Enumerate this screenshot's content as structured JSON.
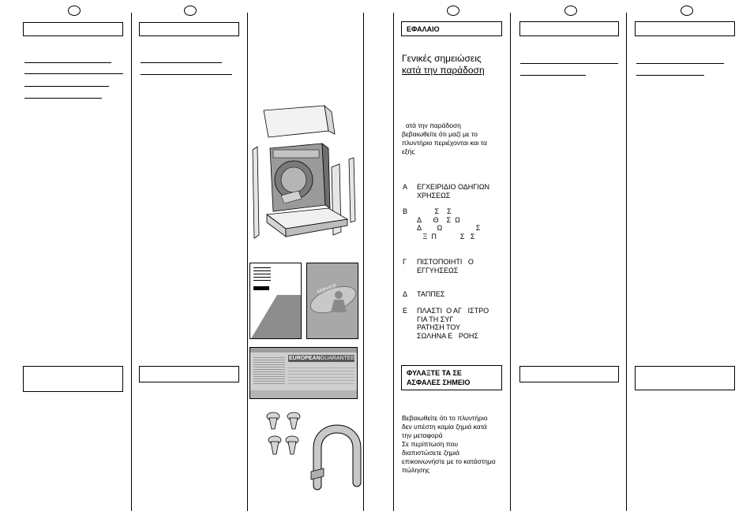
{
  "right_page": {
    "header_box": "ΕΦΑΛΑΙΟ",
    "heading_line1": "Γενικές σημειώσεις",
    "heading_line2": "κατά την παράδοση",
    "intro": [
      "ατά την παράδοση",
      "βεβαιωθείτε ότι μαζί με το",
      "πλυντήριο περιέχονται και τα",
      "εξής"
    ],
    "items": [
      {
        "letter": "Α",
        "text": "ΕΓΧΕΙΡΙΔΙΟ ΟΔΗΓΙΩΝ\nΧΡΗΣΕΩΣ"
      },
      {
        "letter": "Β",
        "text": "         Σ    Σ\nΔ      Θ    Σ  Ω\nΔ        Ω                 Σ\n   Ξ  Π            Σ   Σ"
      },
      {
        "letter": "Γ",
        "text": "ΠΙΣΤΟΠΟΙΗΤΙ   Ο\nΕΓΓΥΗΣΕΩΣ"
      },
      {
        "letter": "Δ",
        "text": "ΤΑΠΠΕΣ"
      },
      {
        "letter": "Ε",
        "text": "ΠΛΑΣΤΙ  Ο ΑΓ   ΙΣΤΡΟ\nΓΙΑ ΤΗ ΣΥΓ\nΡΑΤΗΣΗ ΤΟΥ\nΣΩΛΗΝΑ Ε   ΡΟΗΣ"
      }
    ],
    "keep_box": [
      "ΦΥΛΑΞΤΕ ΤΑ ΣΕ",
      "ΑΣΦΑΛΕΣ ΣΗΜΕΙΟ"
    ],
    "note": [
      "Βεβαιωθείτε ότι το πλυντήριο",
      "δεν υπέστη καμία ζημιά κατά",
      "την μεταφορά",
      "Σε περίπτωση που",
      "διαπιστώσετε ζημιά",
      "επικοινωνήστε με το κατάστημα",
      "πώλησης"
    ]
  },
  "figures": {
    "service_text": "SERVICE",
    "guarantee_bold": "EUROPEAN",
    "guarantee_light": "GUARANTEE"
  }
}
